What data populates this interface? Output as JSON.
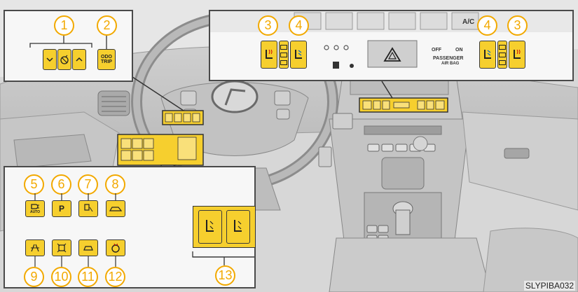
{
  "callouts": {
    "n1": "1",
    "n2": "2",
    "n3": "3",
    "n4": "4",
    "n5": "5",
    "n6": "6",
    "n7": "7",
    "n8": "8",
    "n9": "9",
    "n10": "10",
    "n11": "11",
    "n12": "12",
    "n13": "13"
  },
  "labels": {
    "odo_line1": "ODO",
    "odo_line2": "TRIP",
    "ac": "A/C",
    "passenger": "PASSENGER",
    "airbag": "AIR BAG",
    "off": "OFF",
    "on": "ON",
    "auto": "AUTO",
    "pa": "P",
    "figure_id": "SLYPIBA032"
  },
  "colors": {
    "highlight": "#f6cf2e",
    "callout_number": "#f2a900",
    "outline": "#3a3a3a"
  },
  "icons": {
    "dim_down": "chevron-down-icon",
    "instrument_light": "instrument-panel-light-icon",
    "dim_up": "chevron-up-icon",
    "seat_heater": "seat-heater-icon",
    "seat_ventilator": "seat-ventilator-icon",
    "hazard": "hazard-warning-icon",
    "headlight_cleaner": "headlight-cleaner-icon",
    "parking_assist": "parking-assist-icon",
    "bsm": "blind-spot-monitor-icon",
    "back_door": "power-back-door-icon",
    "lda": "lane-departure-alert-icon",
    "vsc_off": "vsc-off-icon",
    "pcs": "pre-collision-icon",
    "steering_heater": "steering-heater-icon"
  }
}
